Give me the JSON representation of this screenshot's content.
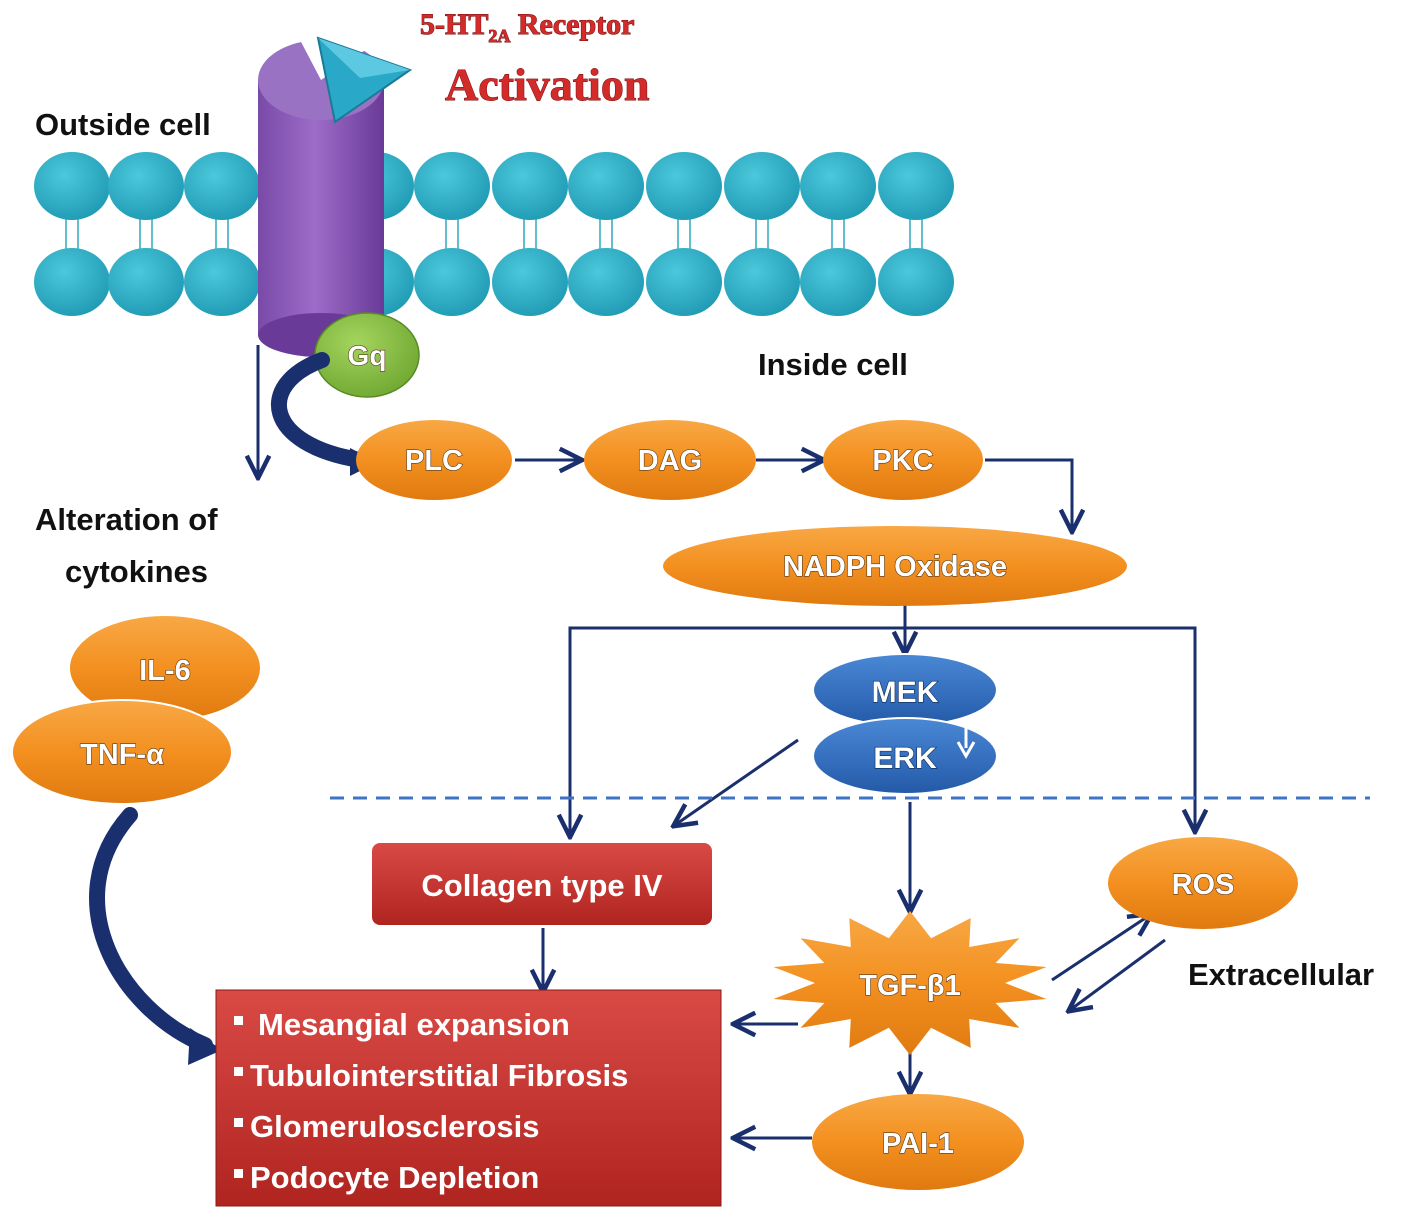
{
  "title": {
    "line1_prefix": "5-HT",
    "line1_sub": "2A",
    "line1_suffix": " Receptor",
    "line2": "Activation"
  },
  "labels": {
    "outside_cell": "Outside cell",
    "inside_cell": "Inside cell",
    "alteration_line1": "Alteration of",
    "alteration_line2": "cytokines",
    "extracellular": "Extracellular"
  },
  "nodes": {
    "gq": "Gq",
    "plc": "PLC",
    "dag": "DAG",
    "pkc": "PKC",
    "nadph": "NADPH Oxidase",
    "mek": "MEK",
    "erk": "ERK",
    "il6": "IL-6",
    "tnf": "TNF-α",
    "collagen": "Collagen type IV",
    "ros": "ROS",
    "tgf": "TGF-β1",
    "pai": "PAI-1"
  },
  "outcomes": {
    "items": [
      "Mesangial expansion",
      "Tubulointerstitial Fibrosis",
      "Glomerulosclerosis",
      "Podocyte Depletion"
    ]
  },
  "colors": {
    "membrane": "#2fb2c9",
    "receptor": "#8a5cb8",
    "gq": "#8bc34a",
    "orange": "#f39020",
    "blue_node": "#2f6fc4",
    "red_box": "#c9302c",
    "arrow": "#1a2f6e",
    "title": "#d32a2a"
  }
}
